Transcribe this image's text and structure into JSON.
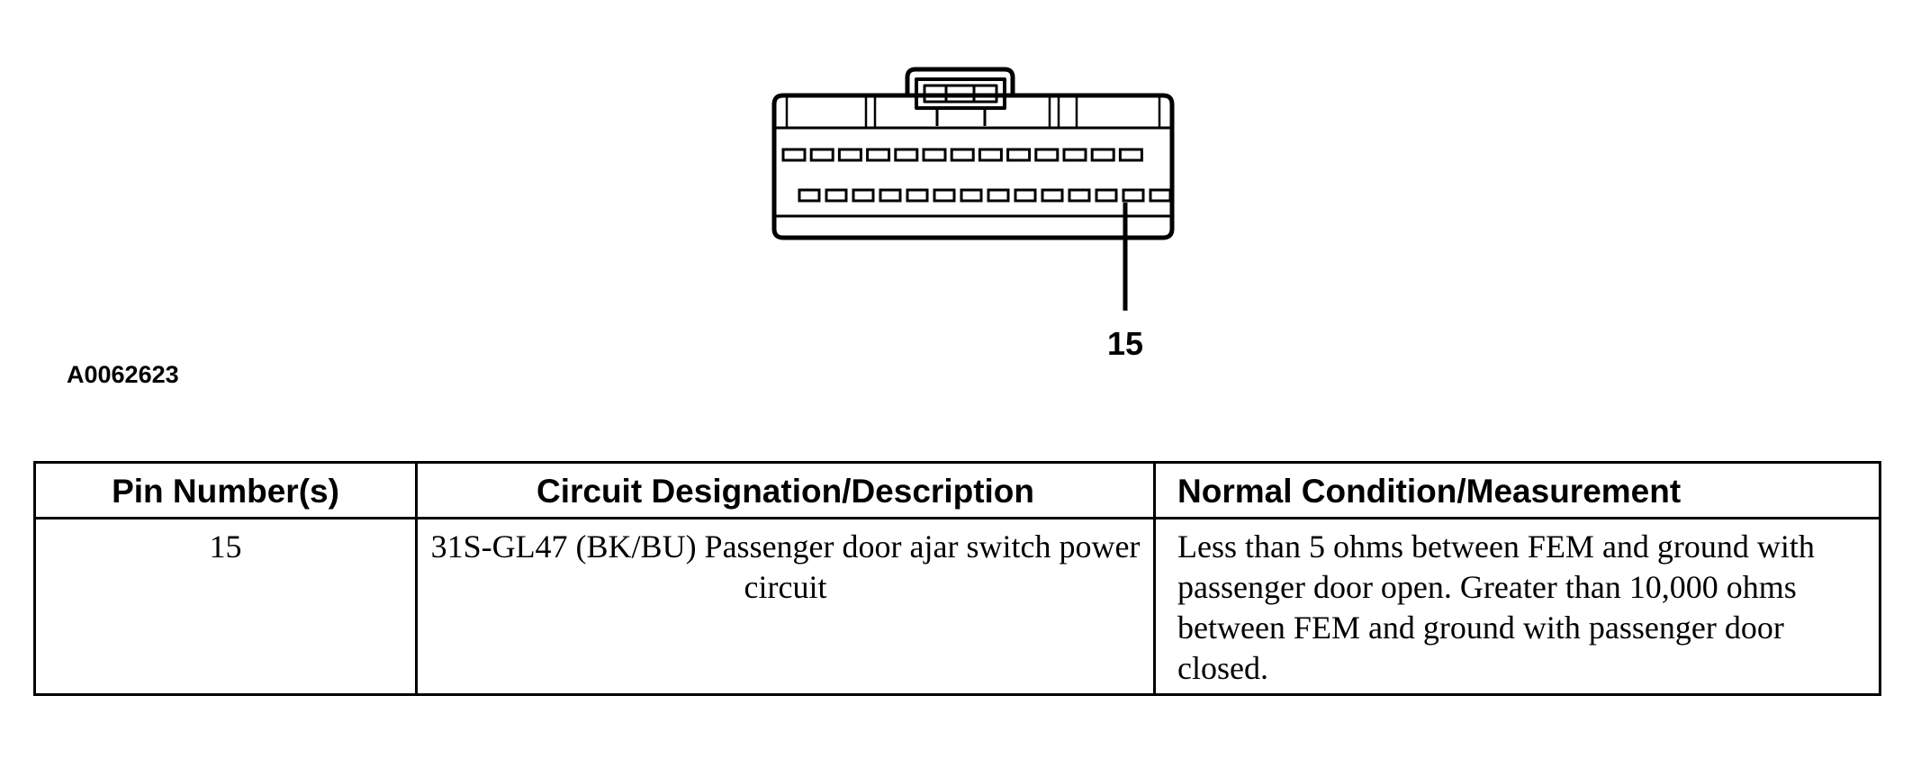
{
  "figure_id": "A0062623",
  "connector": {
    "callout_pin_label": "15",
    "top_row_cavity_count": 13,
    "bottom_row_cavity_count": 14
  },
  "pin_table": {
    "headers": {
      "pin": "Pin Number(s)",
      "circuit": "Circuit Designation/Description",
      "measurement": "Normal Condition/Measurement"
    },
    "rows": [
      {
        "pin": "15",
        "circuit": "31S-GL47 (BK/BU) Passenger door ajar switch power circuit",
        "measurement": "Less than 5 ohms between FEM and ground with passenger door open. Greater than 10,000 ohms between FEM and ground with passenger door closed."
      }
    ]
  }
}
